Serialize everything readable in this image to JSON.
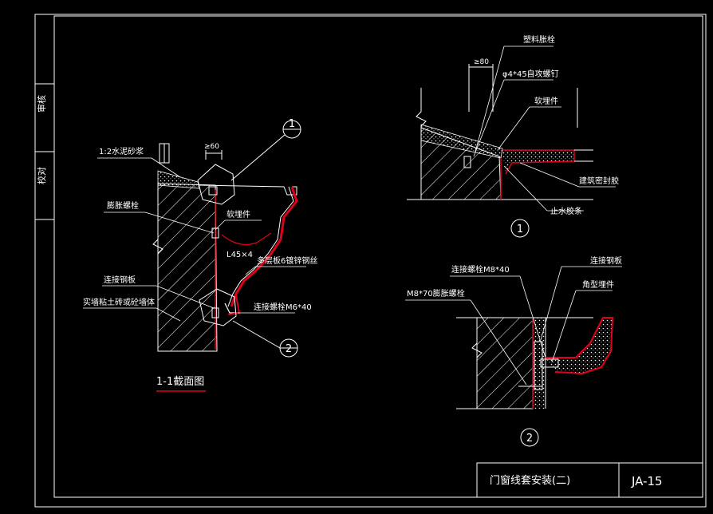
{
  "colors": {
    "background": "#000000",
    "line": "#ffffff",
    "section": "#e0001b",
    "hatch": "#ffffff"
  },
  "sidebar": {
    "top_label": "审核",
    "bottom_label": "校对"
  },
  "section_1_1": {
    "label_mortar": "1:2水泥砂浆",
    "label_bolt": "膨胀螺栓",
    "label_shaped_part": "软埋件",
    "label_angle": "L45×4",
    "label_multilayer": "多层板6镀锌钢丝",
    "label_connect_plate": "连接钢板",
    "label_concrete": "实墙粘土砖或砼墙体",
    "label_bolt_m6": "连接螺栓M6*40",
    "dim_ge60": "≥60",
    "callout_1": "1",
    "callout_2": "2",
    "caption": "1-1截面图"
  },
  "detail_1": {
    "label_plastic_plug": "塑料胀栓",
    "label_screw": "φ4*45自攻螺钉",
    "label_shaped_part": "软埋件",
    "label_building_material": "建筑密封胶",
    "label_stop_strip": "止水胶条",
    "dim_ge80": "≥80",
    "callout": "1"
  },
  "detail_2": {
    "label_connect_bolt": "连接螺栓M8*40",
    "label_connect_plate": "连接钢板",
    "label_expansion_bolt": "M8*70膨胀螺栓",
    "label_embedded": "角型埋件",
    "callout": "2"
  },
  "title_block": {
    "title": "门窗线套安装(二)",
    "code": "JA-15"
  }
}
